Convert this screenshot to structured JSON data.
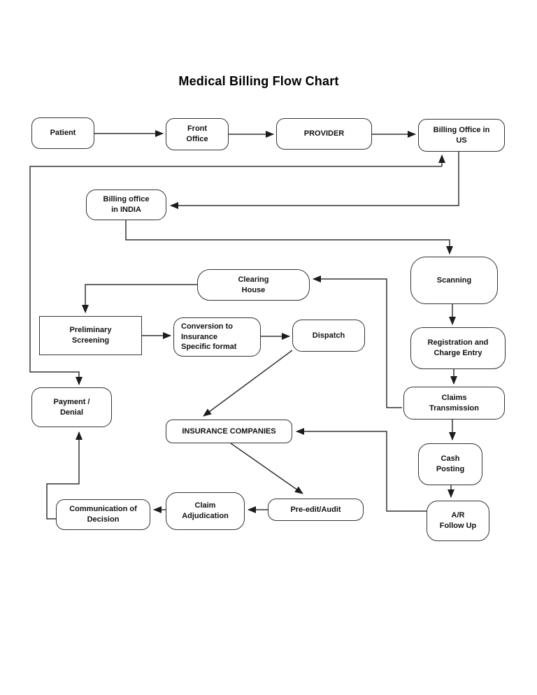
{
  "title": "Medical Billing Flow Chart",
  "colors": {
    "background": "#ffffff",
    "box_fill": "#ffffff",
    "box_border": "#333333",
    "line": "#333333",
    "arrowhead": "#1c1c1c",
    "text": "#111111"
  },
  "nodes": [
    {
      "id": "patient",
      "label": "Patient"
    },
    {
      "id": "front-office",
      "label": "Front\nOffice"
    },
    {
      "id": "provider",
      "label": "PROVIDER"
    },
    {
      "id": "billing-office-us",
      "label": "Billing Office in\nUS"
    },
    {
      "id": "billing-office-india",
      "label": "Billing office\nin INDIA"
    },
    {
      "id": "scanning",
      "label": "Scanning"
    },
    {
      "id": "clearing-house",
      "label": "Clearing\nHouse"
    },
    {
      "id": "preliminary-screening",
      "label": "Preliminary\nScreening"
    },
    {
      "id": "conversion-to-insurance-specific-format",
      "label": "Conversion to\nInsurance\nSpecific format"
    },
    {
      "id": "dispatch",
      "label": "Dispatch"
    },
    {
      "id": "registration-and-charge-entry",
      "label": "Registration and\nCharge Entry"
    },
    {
      "id": "claims-transmission",
      "label": "Claims\nTransmission"
    },
    {
      "id": "payment-denial",
      "label": "Payment /\nDenial"
    },
    {
      "id": "insurance-companies",
      "label": "INSURANCE COMPANIES"
    },
    {
      "id": "cash-posting",
      "label": "Cash\nPosting"
    },
    {
      "id": "communication-of-decision",
      "label": "Communication of\nDecision"
    },
    {
      "id": "claim-adjudication",
      "label": "Claim\nAdjudication"
    },
    {
      "id": "pre-edit-audit",
      "label": "Pre-edit/Audit"
    },
    {
      "id": "ar-follow-up",
      "label": "A/R\nFollow Up"
    }
  ],
  "edges": [
    {
      "from": "patient",
      "to": "front-office"
    },
    {
      "from": "front-office",
      "to": "provider"
    },
    {
      "from": "provider",
      "to": "billing-office-us"
    },
    {
      "from": "billing-office-us",
      "to": "billing-office-india"
    },
    {
      "from": "payment-denial",
      "to": "billing-office-us",
      "double_headed": true
    },
    {
      "from": "billing-office-india",
      "to": "scanning"
    },
    {
      "from": "scanning",
      "to": "registration-and-charge-entry"
    },
    {
      "from": "registration-and-charge-entry",
      "to": "claims-transmission"
    },
    {
      "from": "claims-transmission",
      "to": "clearing-house"
    },
    {
      "from": "clearing-house",
      "to": "preliminary-screening"
    },
    {
      "from": "preliminary-screening",
      "to": "conversion-to-insurance-specific-format"
    },
    {
      "from": "conversion-to-insurance-specific-format",
      "to": "dispatch"
    },
    {
      "from": "dispatch",
      "to": "insurance-companies"
    },
    {
      "from": "insurance-companies",
      "to": "pre-edit-audit"
    },
    {
      "from": "pre-edit-audit",
      "to": "claim-adjudication"
    },
    {
      "from": "claim-adjudication",
      "to": "communication-of-decision"
    },
    {
      "from": "communication-of-decision",
      "to": "payment-denial"
    },
    {
      "from": "claims-transmission",
      "to": "cash-posting"
    },
    {
      "from": "cash-posting",
      "to": "ar-follow-up"
    },
    {
      "from": "ar-follow-up",
      "to": "insurance-companies"
    }
  ]
}
